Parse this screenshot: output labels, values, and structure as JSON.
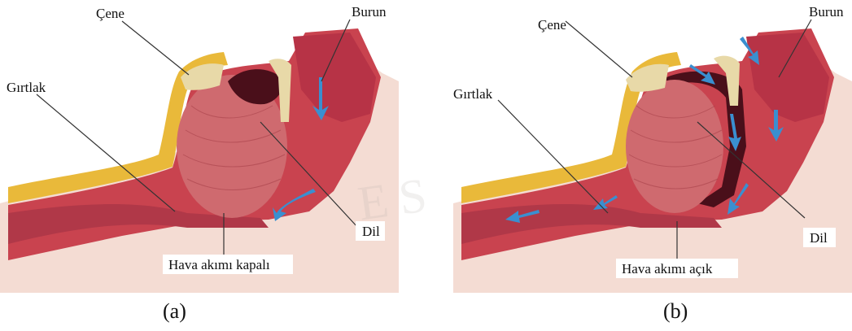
{
  "panels": [
    {
      "id": "a",
      "caption": "(a)",
      "labels": {
        "jaw": "Çene",
        "nose": "Burun",
        "larynx": "Gırtlak",
        "tongue": "Dil",
        "airflow": "Hava akımı kapalı"
      },
      "airway_open": false
    },
    {
      "id": "b",
      "caption": "(b)",
      "labels": {
        "jaw": "Çene",
        "nose": "Burun",
        "larynx": "Gırtlak",
        "tongue": "Dil",
        "airflow": "Hava akımı açık"
      },
      "airway_open": true
    }
  ],
  "colors": {
    "skin": "#f2d9cc",
    "tissue": "#c9434f",
    "tongue": "#cf6a6f",
    "bone": "#e8d9a8",
    "fat": "#e9b93a",
    "airway": "#4a0f1a",
    "arrow": "#3a8fd0",
    "background_body": "#f4dcd3"
  },
  "watermark": "ES"
}
